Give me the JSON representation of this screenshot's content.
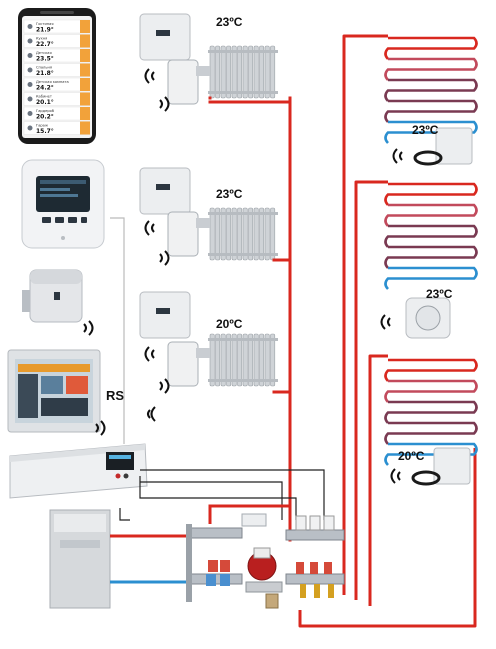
{
  "labels": {
    "rs": "RS"
  },
  "rooms": [
    {
      "temp": "23ºC"
    },
    {
      "temp": "23ºC"
    },
    {
      "temp": "20ºC"
    }
  ],
  "floor_zones": [
    {
      "temp": "23ºC"
    },
    {
      "temp": "23ºC"
    },
    {
      "temp": "20ºC"
    }
  ],
  "phone_app": {
    "rows": [
      {
        "name": "Гостиная",
        "value": "21.9°"
      },
      {
        "name": "Кухня",
        "value": "22.7°"
      },
      {
        "name": "Детская",
        "value": "23.5°"
      },
      {
        "name": "Спальня",
        "value": "21.8°"
      },
      {
        "name": "Детская комната",
        "value": "24.2°"
      },
      {
        "name": "Кабинет",
        "value": "20.1°"
      },
      {
        "name": "Гардероб",
        "value": "20.2°"
      },
      {
        "name": "Гараж",
        "value": "15.7°"
      }
    ]
  },
  "colors": {
    "hot_pipe": "#d9281f",
    "cold_pipe": "#2b8fd0",
    "return_loop": "#7a3a52",
    "signal_line": "#222222",
    "phone_accent": "#f2a23a"
  }
}
